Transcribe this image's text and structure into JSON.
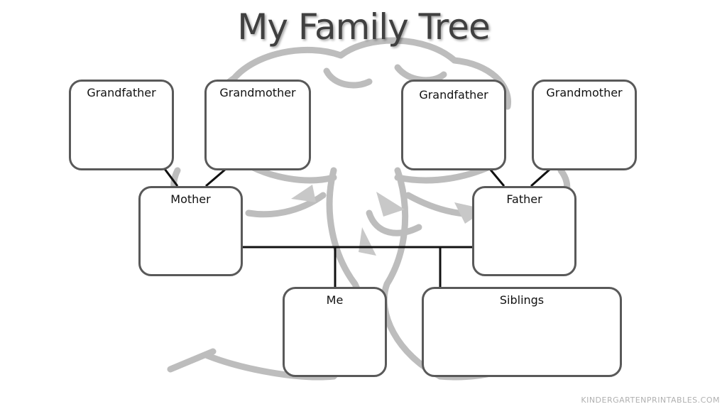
{
  "title": "My Family Tree",
  "boxes": {
    "grandfather_left": "Grandfather",
    "grandmother_left": "Grandmother",
    "grandfather_right": "Grandfather",
    "grandmother_right": "Grandmother",
    "mother": "Mother",
    "father": "Father",
    "me": "Me",
    "siblings": "Siblings"
  },
  "footer": "KINDERGARTENPRINTABLES.COM",
  "colors": {
    "box_border": "#595959",
    "tree_gray": "#bfbfbf",
    "title": "#404040"
  }
}
